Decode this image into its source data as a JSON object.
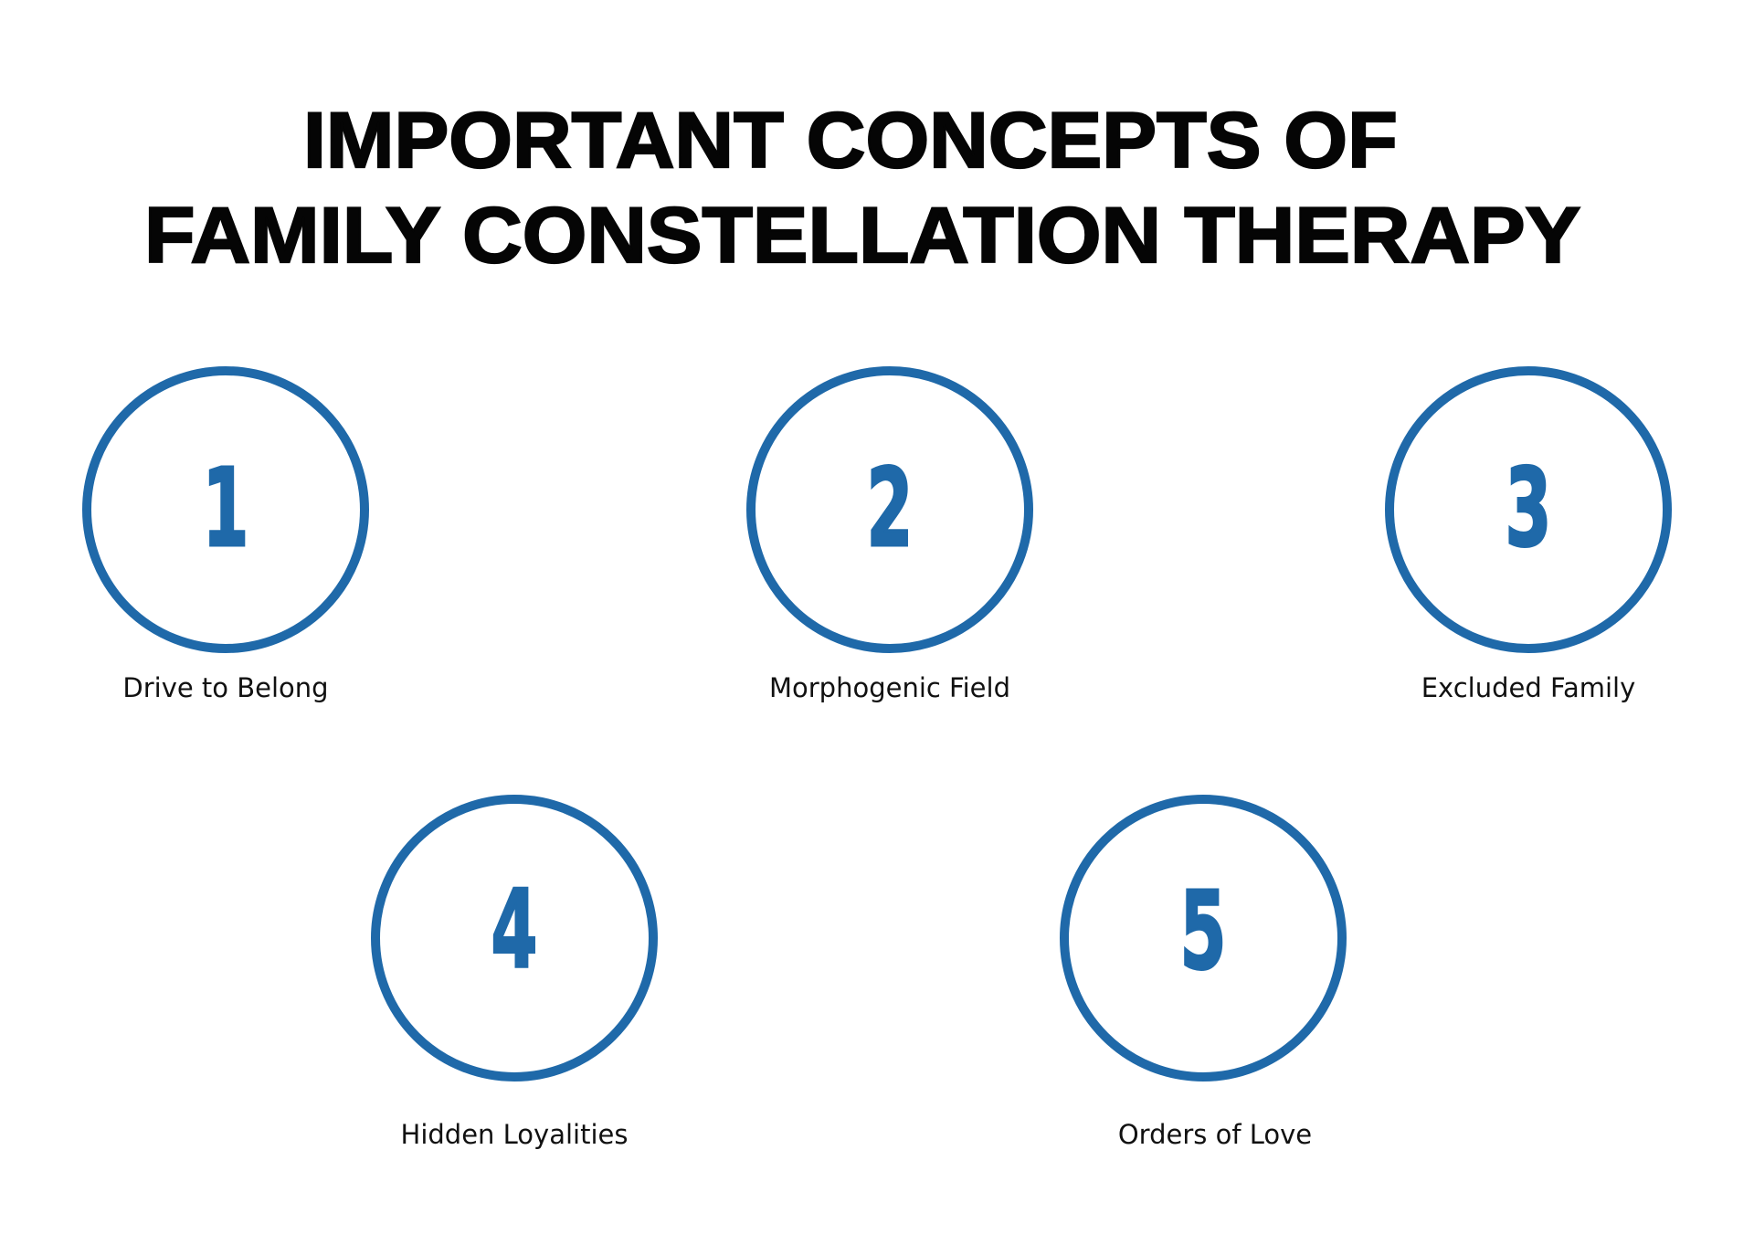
{
  "title": {
    "line1": "IMPORTANT CONCEPTS OF",
    "line2": "FAMILY CONSTELLATION THERAPY"
  },
  "colors": {
    "accent": "#1f69a9",
    "title": "#050505",
    "label": "#111111",
    "background": "#ffffff"
  },
  "concepts": [
    {
      "number": "1",
      "label": "Drive to Belong"
    },
    {
      "number": "2",
      "label": "Morphogenic Field"
    },
    {
      "number": "3",
      "label": "Excluded Family"
    },
    {
      "number": "4",
      "label": "Hidden Loyalities"
    },
    {
      "number": "5",
      "label": "Orders of Love"
    }
  ]
}
